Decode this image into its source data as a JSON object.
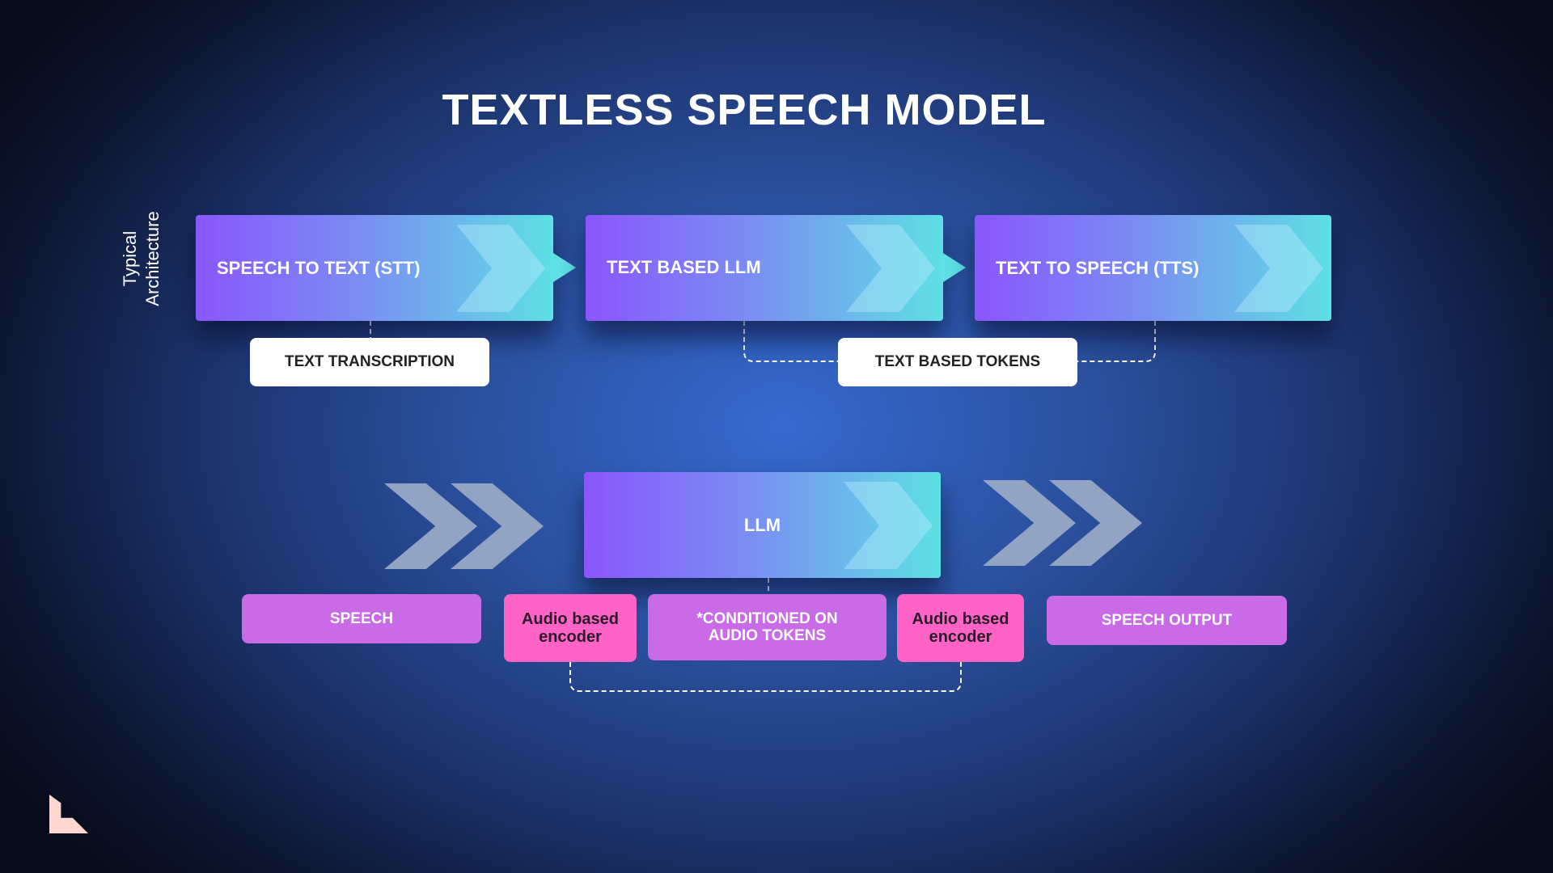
{
  "title": "TEXTLESS SPEECH MODEL",
  "side_label": {
    "line1": "Typical",
    "line2": "Architecture"
  },
  "typical": {
    "stages": [
      "SPEECH TO TEXT (STT)",
      "TEXT BASED LLM",
      "TEXT TO SPEECH (TTS)"
    ],
    "notes": {
      "transcription": "TEXT TRANSCRIPTION",
      "tokens": "TEXT BASED TOKENS"
    }
  },
  "textless": {
    "llm": "LLM",
    "speech": "SPEECH",
    "encoder_left": {
      "line1": "Audio based",
      "line2": "encoder"
    },
    "conditioned": {
      "line1": "*CONDITIONED ON",
      "line2": "AUDIO TOKENS"
    },
    "encoder_right": {
      "line1": "Audio based",
      "line2": "encoder"
    },
    "speech_output": "SPEECH OUTPUT"
  },
  "colors": {
    "purple": "#c96be6",
    "pink": "#ff63c6",
    "gradient_start": "#8a56fd",
    "gradient_end": "#5ee0e4",
    "logo": "#ffd6d0"
  }
}
